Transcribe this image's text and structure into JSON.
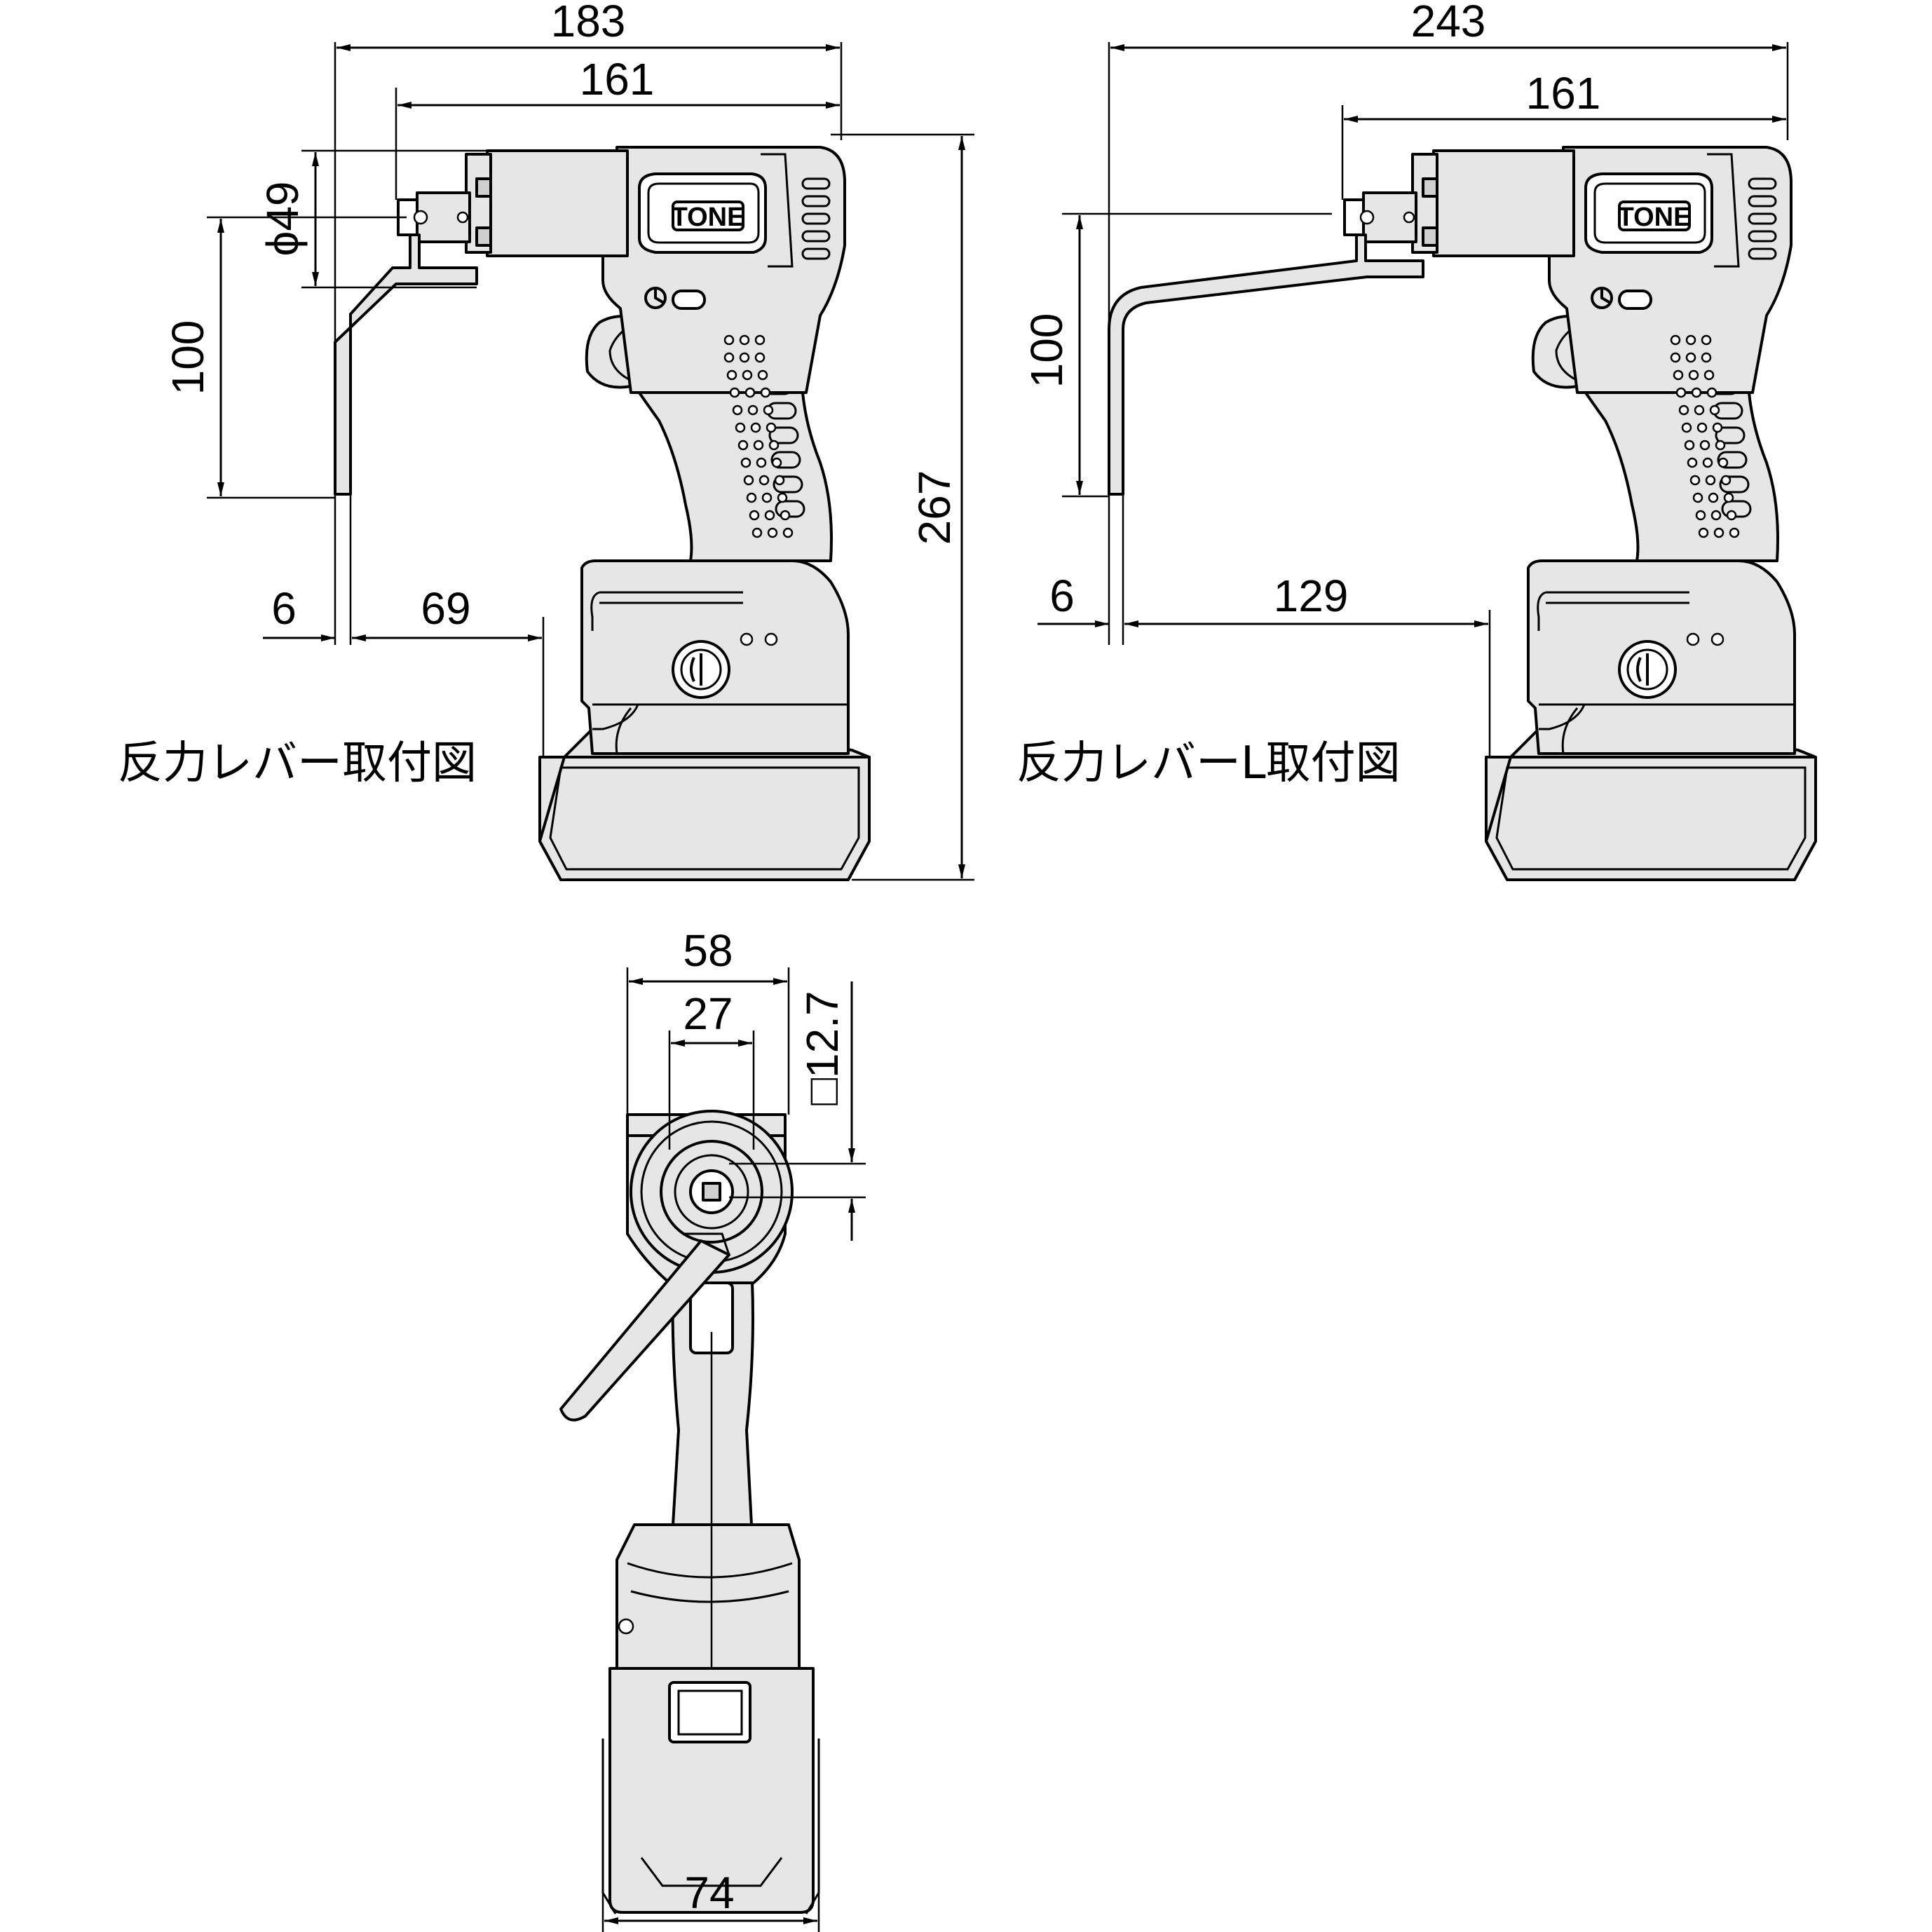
{
  "brand": {
    "logo_text": "TONE"
  },
  "side_view_standard": {
    "caption": "反力レバー取付図",
    "dims": {
      "overall_length": "183",
      "head_length": "161",
      "head_diameter": "ϕ49",
      "lever_height": "100",
      "lever_thickness": "6",
      "lever_offset": "69",
      "overall_height": "267"
    }
  },
  "side_view_long": {
    "caption": "反力レバーL取付図",
    "dims": {
      "overall_length": "243",
      "head_length": "161",
      "lever_height": "100",
      "lever_thickness": "6",
      "lever_offset": "129"
    }
  },
  "front_view": {
    "dims": {
      "head_width": "58",
      "anvil_ring_width": "27",
      "square_drive": "□12.7",
      "battery_width": "74"
    }
  }
}
